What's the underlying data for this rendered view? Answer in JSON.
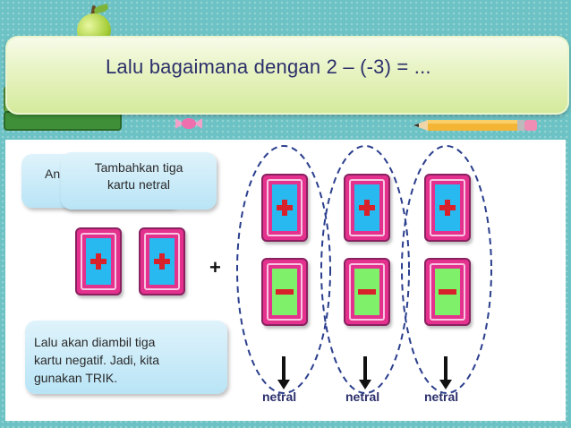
{
  "title": "Lalu bagaimana dengan 2 – (-3) = ...",
  "callouts": {
    "back_text": "An",
    "front_text_line1": "Tambahkan tiga",
    "front_text_line2": "kartu netral",
    "note_line1": "Lalu akan diambil tiga",
    "note_line2": "kartu negatif. Jadi, kita",
    "note_line3": "gunakan TRIK."
  },
  "operator": "+",
  "cards": {
    "initial_positive": 2,
    "neutral_pairs": 3
  },
  "labels": {
    "netral_1": "netral",
    "netral_2": "netral",
    "netral_3": "netral"
  },
  "colors": {
    "card_border": "#e4318e",
    "positive_face": "#28b9f0",
    "negative_face": "#7ff06a",
    "sign_red": "#d9212b",
    "title_text": "#2b2f6b"
  }
}
